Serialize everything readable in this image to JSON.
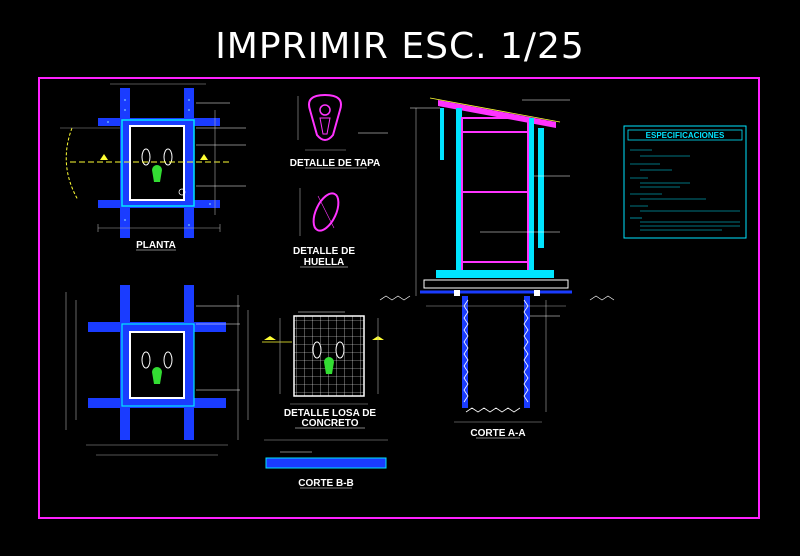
{
  "title": "IMPRIMIR  ESC. 1/25",
  "labels": {
    "planta": "PLANTA",
    "detalle_tapa": "DETALLE DE TAPA",
    "detalle_huella_1": "DETALLE DE",
    "detalle_huella_2": "HUELLA",
    "detalle_losa_1": "DETALLE LOSA DE",
    "detalle_losa_2": "CONCRETO",
    "corte_aa": "CORTE A-A",
    "corte_bb": "CORTE B-B",
    "especificaciones": "ESPECIFICACIONES"
  },
  "colors": {
    "frame": "#ff22ff",
    "cyan": "#00e5ff",
    "blue": "#1a3cff",
    "magenta": "#ff33ff",
    "yellow": "#ffff33",
    "green": "#33dd33",
    "white": "#ffffff"
  }
}
